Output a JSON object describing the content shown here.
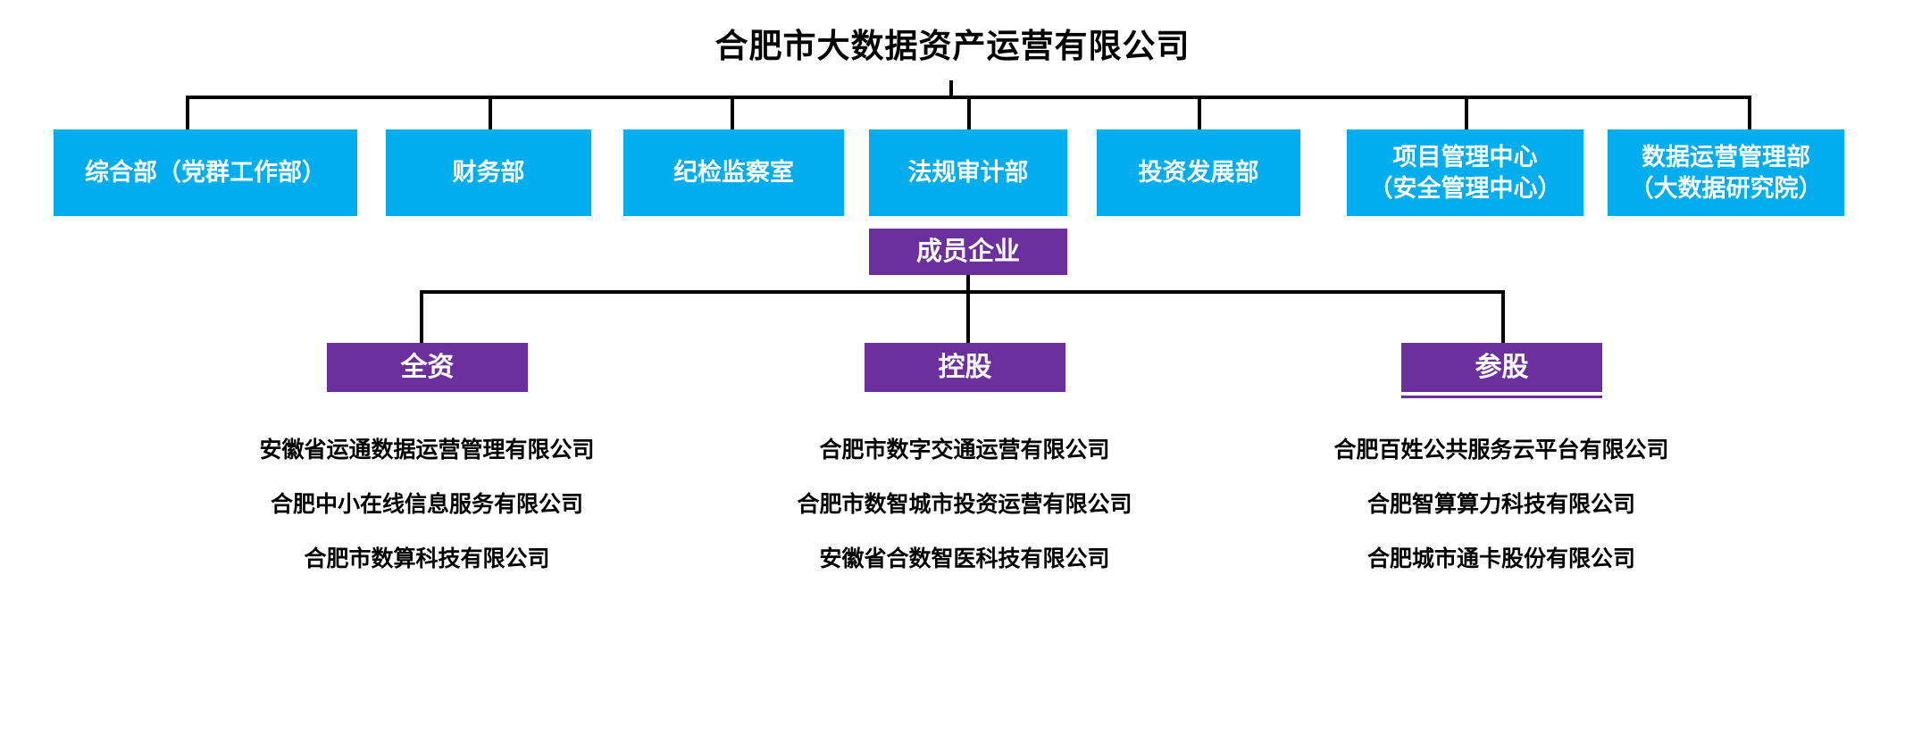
{
  "title": "合肥市大数据资产运营有限公司",
  "colors": {
    "department_blue": "#00AEEF",
    "member_purple": "#6B2F9E",
    "connector_black": "#000000",
    "text_white": "#FFFFFF",
    "text_black": "#000000",
    "background": "#FFFFFF"
  },
  "departments": [
    {
      "label": "综合部（党群工作部）",
      "lines": 1
    },
    {
      "label": "财务部",
      "lines": 1
    },
    {
      "label": "纪检监察室",
      "lines": 1
    },
    {
      "label": "法规审计部",
      "lines": 1
    },
    {
      "label": "投资发展部",
      "lines": 1
    },
    {
      "label": "项目管理中心\n（安全管理中心）",
      "lines": 2
    },
    {
      "label": "数据运营管理部\n（大数据研究院）",
      "lines": 2
    }
  ],
  "member_node": {
    "label": "成员企业"
  },
  "categories": [
    {
      "label": "全资",
      "companies": [
        "安徽省运通数据运营管理有限公司",
        "合肥中小在线信息服务有限公司",
        "合肥市数算科技有限公司"
      ]
    },
    {
      "label": "控股",
      "companies": [
        "合肥市数字交通运营有限公司",
        "合肥市数智城市投资运营有限公司",
        "安徽省合数智医科技有限公司"
      ]
    },
    {
      "label": "参股",
      "companies": [
        "合肥百姓公共服务云平台有限公司",
        "合肥智算算力科技有限公司",
        "合肥城市通卡股份有限公司"
      ]
    }
  ]
}
